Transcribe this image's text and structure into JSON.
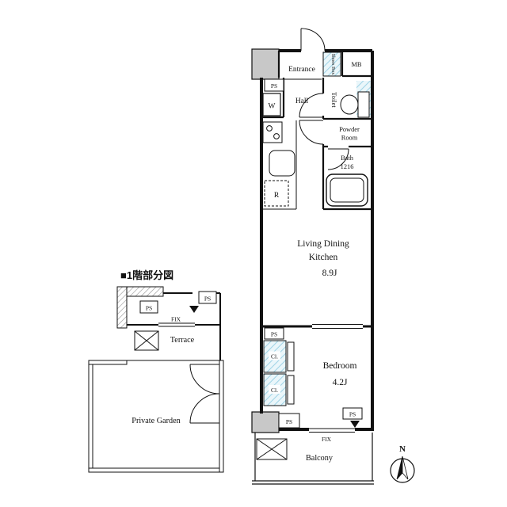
{
  "header": {
    "floor_note": "■1階部分図"
  },
  "labels": {
    "entrance": "Entrance",
    "shoes_box": "Shoes Box",
    "mb": "MB",
    "ps": "PS",
    "washer": "W",
    "hall": "Hall",
    "toilet": "Toilet",
    "powder_line1": "Powder",
    "powder_line2": "Room",
    "bath_line1": "Bath",
    "bath_line2": "1216",
    "fridge": "R",
    "closet": "Cl.",
    "fix": "FIX",
    "balcony": "Balcony",
    "terrace": "Terrace",
    "private_garden": "Private Garden",
    "north": "N"
  },
  "rooms": {
    "ldk": {
      "line1": "Living Dining",
      "line2": "Kitchen",
      "size": "8.9J"
    },
    "bedroom": {
      "name": "Bedroom",
      "size": "4.2J"
    }
  },
  "colors": {
    "wall": "#111111",
    "structure_gray": "#c8c8c8",
    "hatch_blue": "#9fd3e6",
    "hatch_blue_bg": "#eaf6fa",
    "hatch_gray": "#9a9a9a"
  }
}
